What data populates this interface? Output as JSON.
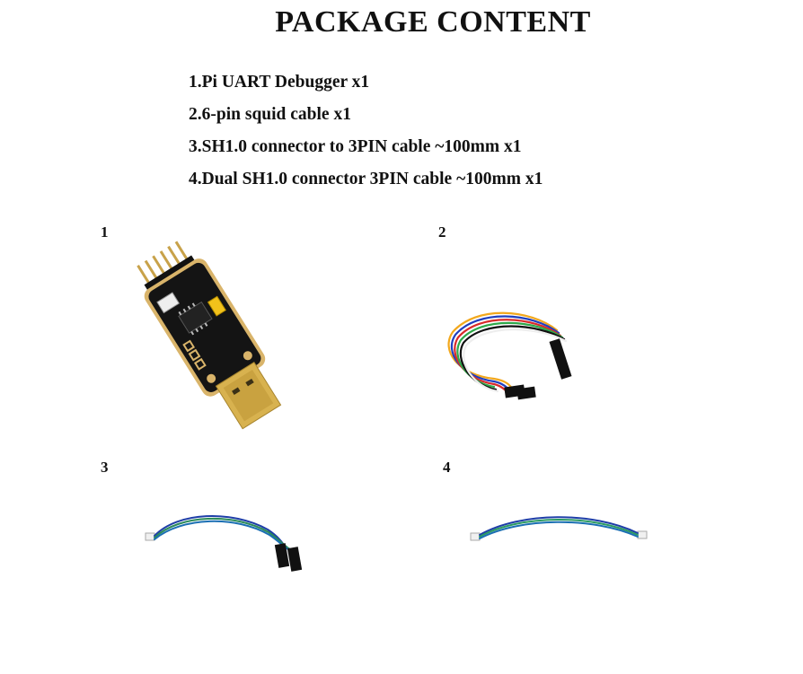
{
  "title": "PACKAGE CONTENT",
  "items": [
    "1.Pi UART Debugger x1",
    "2.6-pin squid cable x1",
    "3.SH1.0 connector to 3PIN cable ~100mm x1",
    "4.Dual SH1.0 connector 3PIN cable ~100mm x1"
  ],
  "photos": [
    {
      "number": "1",
      "icon": "uart-debugger-board-photo"
    },
    {
      "number": "2",
      "icon": "squid-cable-photo"
    },
    {
      "number": "3",
      "icon": "sh1-to-3pin-cable-photo"
    },
    {
      "number": "4",
      "icon": "dual-sh1-cable-photo"
    }
  ]
}
